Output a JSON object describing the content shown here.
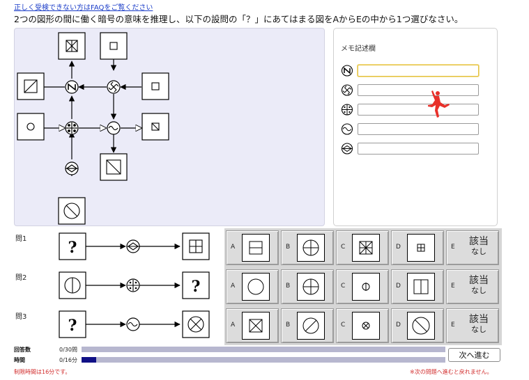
{
  "header": {
    "faq_link": "正しく受検できない方はFAQをご覧ください",
    "instruction": "2つの図形の間に働く暗号の意味を推理し、以下の設問の「？」にあてはまる図をAからEの中から1つ選びなさい。"
  },
  "memo": {
    "title": "メモ記述欄",
    "rows": [
      {
        "icon": "n-slash-cipher-icon",
        "value": ""
      },
      {
        "icon": "swastika-cipher-icon",
        "value": ""
      },
      {
        "icon": "plus-dots-cipher-icon",
        "value": ""
      },
      {
        "icon": "wave-cipher-icon",
        "value": ""
      },
      {
        "icon": "diamond-cipher-icon",
        "value": ""
      }
    ],
    "focused_row": 0
  },
  "questions": [
    {
      "label": "問1",
      "question_mark": "?",
      "cipher": "diamond-cipher-icon",
      "known_figure": "square-cross-lines",
      "options": [
        {
          "letter": "A",
          "figure": "square-horizontal-line"
        },
        {
          "letter": "B",
          "figure": "circle-cross-lines"
        },
        {
          "letter": "C",
          "figure": "square-cross-diagonal"
        },
        {
          "letter": "D",
          "figure": "small-square-cross-lines"
        },
        {
          "letter": "E",
          "text1": "該当",
          "text2": "なし"
        }
      ]
    },
    {
      "label": "問2",
      "question_mark": "?",
      "cipher": "plus-dots-cipher-icon",
      "known_figure": "circle-vertical-line",
      "options": [
        {
          "letter": "A",
          "figure": "circle"
        },
        {
          "letter": "B",
          "figure": "circle-cross-lines"
        },
        {
          "letter": "C",
          "figure": "small-circle-vertical-line"
        },
        {
          "letter": "D",
          "figure": "square-vertical-line"
        },
        {
          "letter": "E",
          "text1": "該当",
          "text2": "なし"
        }
      ]
    },
    {
      "label": "問3",
      "question_mark": "?",
      "cipher": "wave-cipher-icon",
      "known_figure": "circle-x",
      "options": [
        {
          "letter": "A",
          "figure": "square-x"
        },
        {
          "letter": "B",
          "figure": "circle-slash"
        },
        {
          "letter": "C",
          "figure": "small-circle-x"
        },
        {
          "letter": "D",
          "figure": "circle-backslash"
        },
        {
          "letter": "E",
          "text1": "該当",
          "text2": "なし"
        }
      ]
    }
  ],
  "status": {
    "answered_label": "回答数",
    "answered_value": "0/30問",
    "answered_progress": 0,
    "time_label": "時間",
    "time_value": "0/16分",
    "time_progress": 0.04,
    "time_limit_note": "制限時間は16分です。"
  },
  "footer": {
    "next_button": "次へ進む",
    "warning": "※次の問題へ進むと戻れません。"
  },
  "colors": {
    "diagram_bg": "#ebebf8",
    "progress_track": "#b7b7cf",
    "progress_fill": "#101086",
    "warning_text": "#d12a2a",
    "link": "#1a3cc8",
    "focus_border": "#e4c244",
    "jumpman": "#e8302a"
  }
}
